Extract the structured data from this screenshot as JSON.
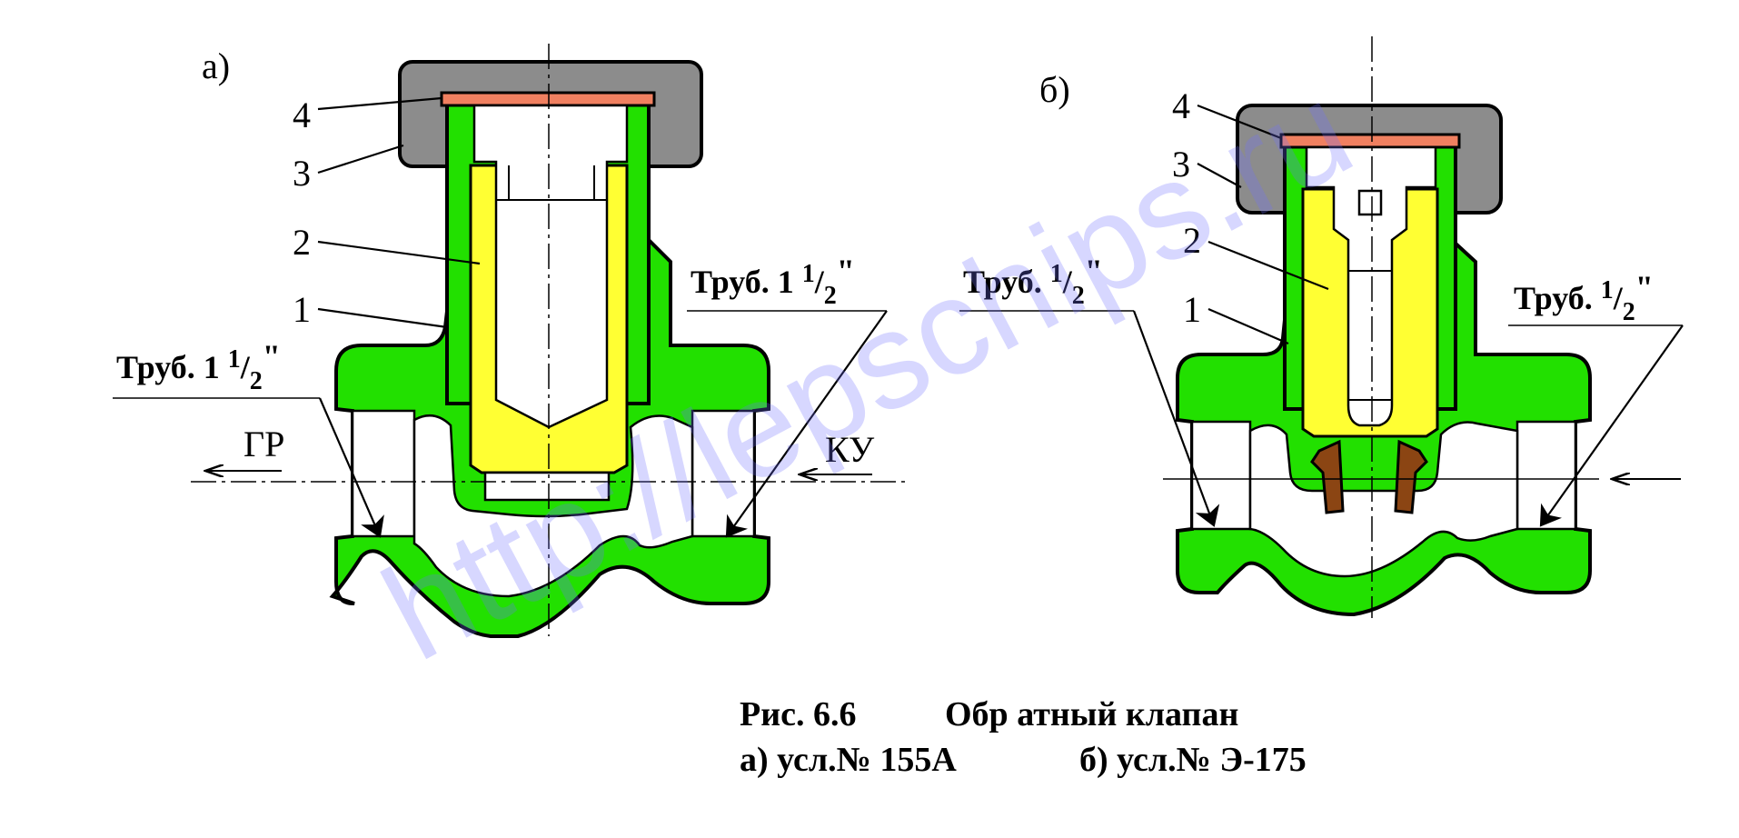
{
  "figure_a": {
    "label": "а)",
    "part_1": "1",
    "part_2": "2",
    "part_3": "3",
    "part_4": "4",
    "pipe_left_main": "Труб. 1 ",
    "pipe_left_num": "1",
    "pipe_left_den": "2",
    "pipe_left_mark": "\"",
    "pipe_right_main": "Труб. 1 ",
    "pipe_right_num": "1",
    "pipe_right_den": "2",
    "pipe_right_mark": "\"",
    "flow_out": "ГР",
    "flow_in": "КУ"
  },
  "figure_b": {
    "label": "б)",
    "part_1": "1",
    "part_2": "2",
    "part_3": "3",
    "part_4": "4",
    "pipe_left_main": "Труб. ",
    "pipe_left_num": "1",
    "pipe_left_den": "2",
    "pipe_left_mark": "\"",
    "pipe_right_main": "Труб. ",
    "pipe_right_num": "1",
    "pipe_right_den": "2",
    "pipe_right_mark": "\""
  },
  "caption": {
    "line1_num": "Рис.  6.6",
    "line1_title": "Обр атный клапан",
    "line2_a": "а) усл.№ 155А",
    "line2_b": "б)  усл.№ Э-175"
  },
  "watermark": "http://lepschips.ru",
  "colors": {
    "body": "#22e000",
    "cap": "#8c8c8c",
    "gasket": "#f08060",
    "plunger": "#ffff33",
    "seat": "#8b4513",
    "watermark": "#7070ff"
  }
}
